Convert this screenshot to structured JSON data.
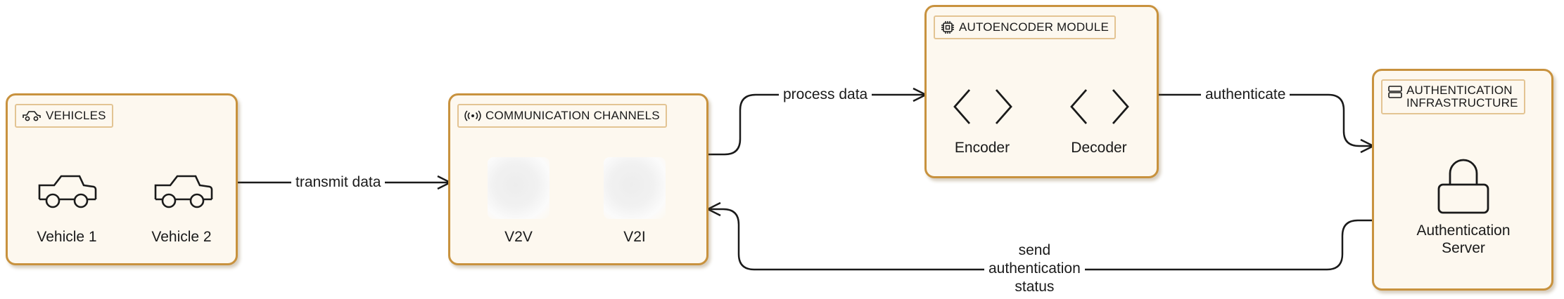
{
  "groups": {
    "vehicles": {
      "title": "VEHICLES",
      "nodes": [
        "Vehicle 1",
        "Vehicle 2"
      ]
    },
    "channels": {
      "title": "COMMUNICATION CHANNELS",
      "nodes": [
        "V2V",
        "V2I"
      ]
    },
    "autoencoder": {
      "title": "AUTOENCODER MODULE",
      "nodes": [
        "Encoder",
        "Decoder"
      ]
    },
    "auth": {
      "title_line1": "AUTHENTICATION",
      "title_line2": "INFRASTRUCTURE",
      "node_line1": "Authentication",
      "node_line2": "Server"
    }
  },
  "edges": {
    "transmit": "transmit data",
    "process": "process data",
    "authenticate": "authenticate",
    "send_line1": "send",
    "send_line2": "authentication",
    "send_line3": "status"
  },
  "icons": {
    "vehicles_tag": "car-icon",
    "channels_tag": "broadcast-icon",
    "autoencoder_tag": "cpu-chip-icon",
    "auth_tag": "server-icon",
    "vehicle_nodes": "car-icon",
    "encoder_node": "chevron-brackets-icon",
    "auth_node": "lock-icon"
  },
  "colors": {
    "border": "#c8923e",
    "fill": "#fdf8ef",
    "line": "#1a1a1a"
  }
}
